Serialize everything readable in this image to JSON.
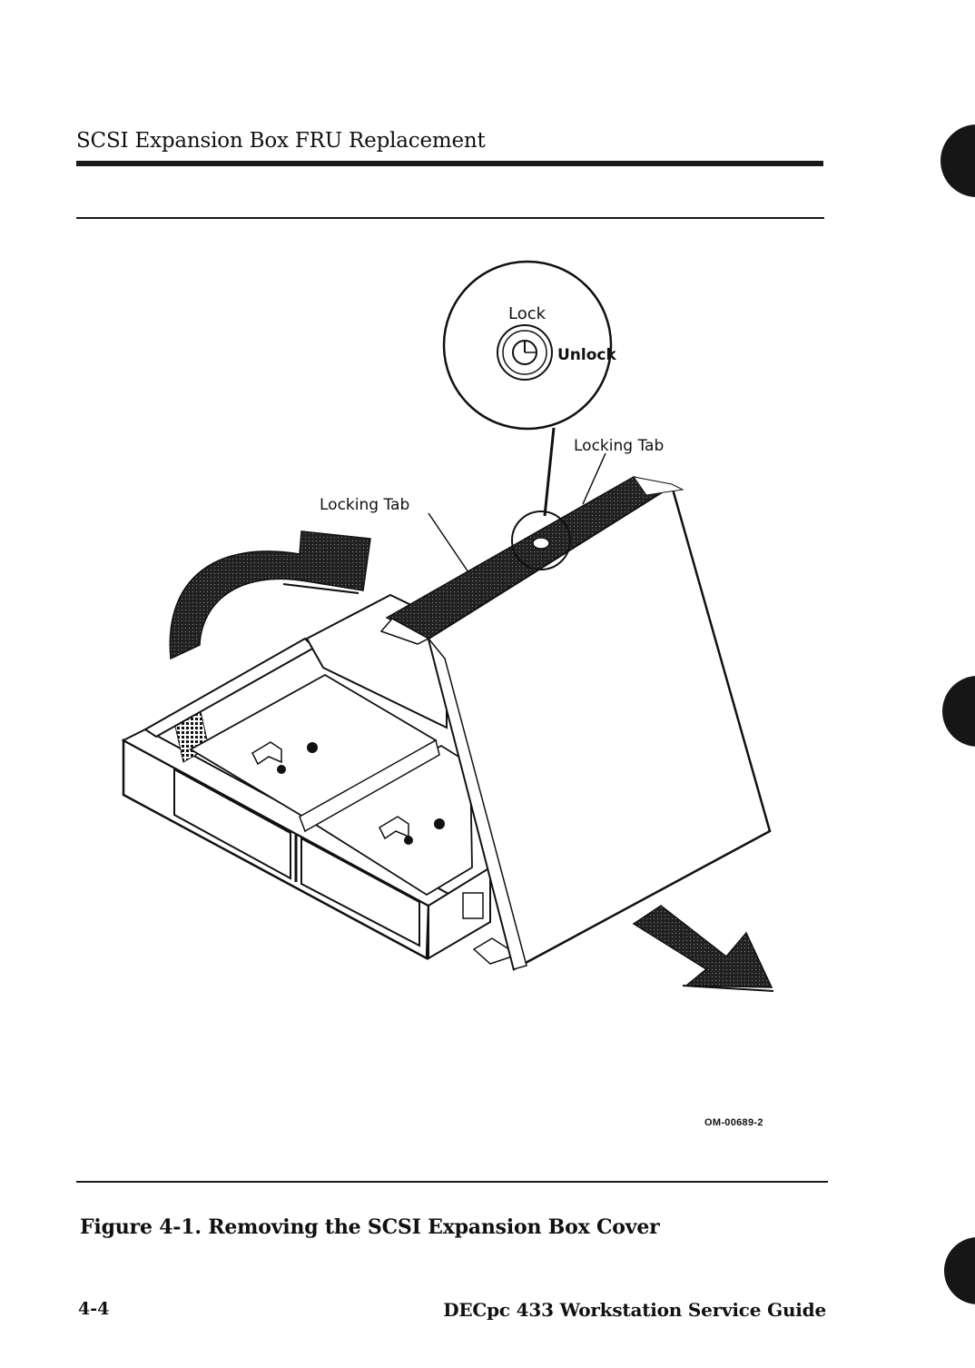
{
  "header": {
    "section_title": "SCSI Expansion Box FRU Replacement"
  },
  "figure": {
    "callouts": {
      "lock": "Lock",
      "unlock": "Unlock",
      "locking_tab_right": "Locking Tab",
      "locking_tab_left": "Locking Tab"
    },
    "figure_id": "OM-00689-2",
    "caption": "Figure 4-1.  Removing the SCSI Expansion Box Cover"
  },
  "footer": {
    "page_number": "4-4",
    "guide_title": "DECpc 433 Workstation Service Guide"
  }
}
